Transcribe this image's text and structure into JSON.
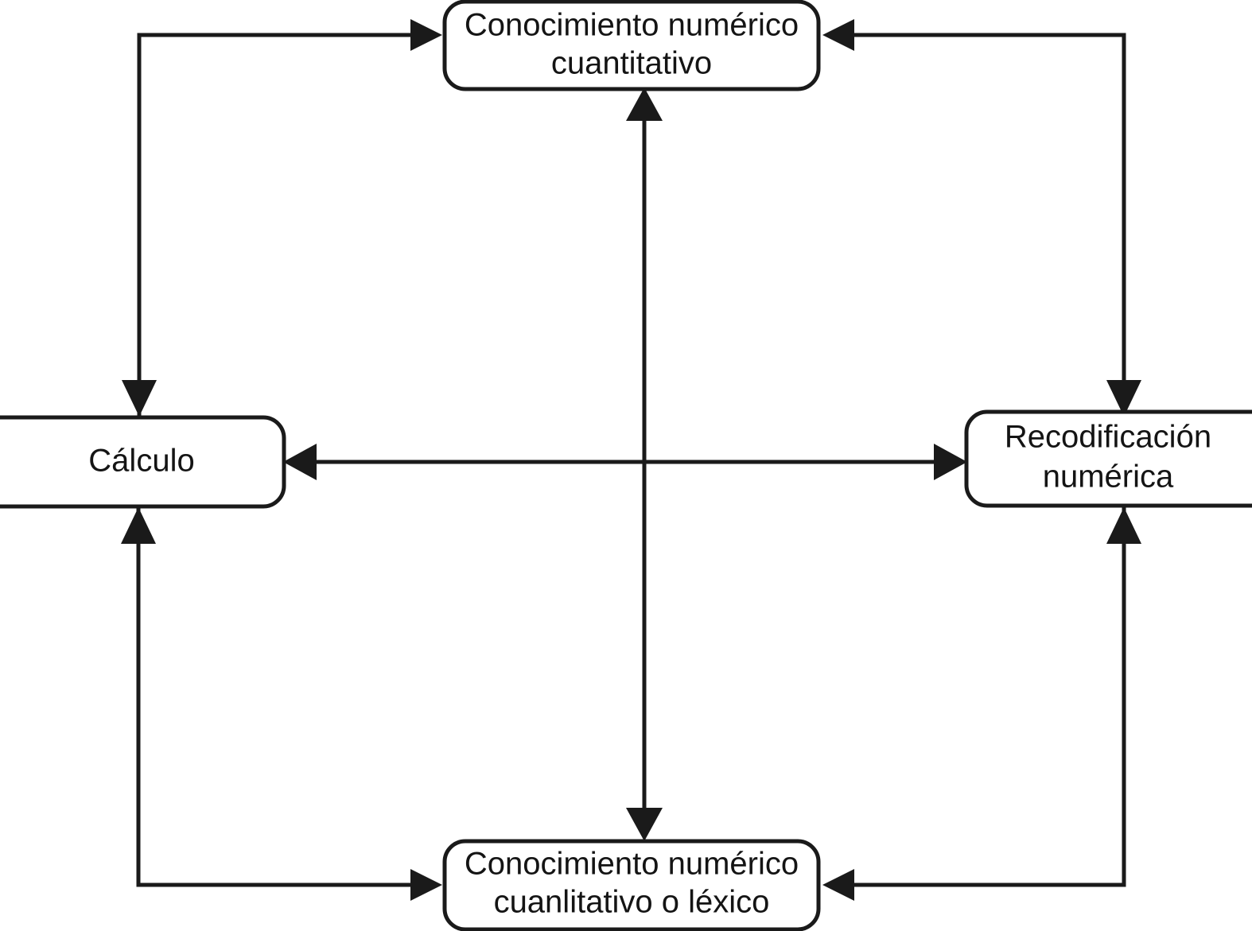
{
  "diagram": {
    "type": "flow-cycle",
    "background_color": "#ffffff",
    "stroke_color": "#1a1a1a",
    "text_color": "#141414",
    "nodes": [
      {
        "id": "top",
        "name": "conocimiento-numerico-cuantitativo",
        "lines": [
          "Conocimiento numérico",
          "cuantitativo"
        ]
      },
      {
        "id": "left",
        "name": "calculo",
        "lines": [
          "Cálculo"
        ]
      },
      {
        "id": "right",
        "name": "recodificacion-numerica",
        "lines": [
          "Recodificación",
          "numérica"
        ]
      },
      {
        "id": "bottom",
        "name": "conocimiento-numerico-cuanlitativo-o-lexico",
        "lines": [
          "Conocimiento numérico",
          "cuanlitativo o léxico"
        ]
      }
    ],
    "edges": [
      {
        "id": "e1",
        "name": "calculo-to-top",
        "from": "left",
        "to": "top",
        "shape": "elbow-up-right",
        "arrows": "end"
      },
      {
        "id": "e2",
        "name": "top-to-calculo",
        "from": "top",
        "to": "left",
        "shape": "elbow-down",
        "arrows": "end"
      },
      {
        "id": "e3",
        "name": "recodificacion-to-top",
        "from": "right",
        "to": "top",
        "shape": "elbow-up-left",
        "arrows": "end"
      },
      {
        "id": "e4",
        "name": "top-to-recodificacion",
        "from": "top",
        "to": "right",
        "shape": "elbow-down",
        "arrows": "end"
      },
      {
        "id": "e5",
        "name": "bottom-to-calculo",
        "from": "bottom",
        "to": "left",
        "shape": "elbow-up",
        "arrows": "end"
      },
      {
        "id": "e6",
        "name": "calculo-to-bottom",
        "from": "left",
        "to": "bottom",
        "shape": "elbow-down-right",
        "arrows": "end"
      },
      {
        "id": "e7",
        "name": "bottom-to-recodificacion",
        "from": "bottom",
        "to": "right",
        "shape": "elbow-up",
        "arrows": "end"
      },
      {
        "id": "e8",
        "name": "recodificacion-to-bottom",
        "from": "right",
        "to": "bottom",
        "shape": "elbow-down-left",
        "arrows": "end"
      },
      {
        "id": "e9",
        "name": "calculo-recodificacion-bidirectional",
        "from": "left",
        "to": "right",
        "shape": "straight-horizontal",
        "arrows": "both"
      },
      {
        "id": "e10",
        "name": "top-bottom-bidirectional",
        "from": "top",
        "to": "bottom",
        "shape": "straight-vertical",
        "arrows": "both"
      }
    ]
  }
}
